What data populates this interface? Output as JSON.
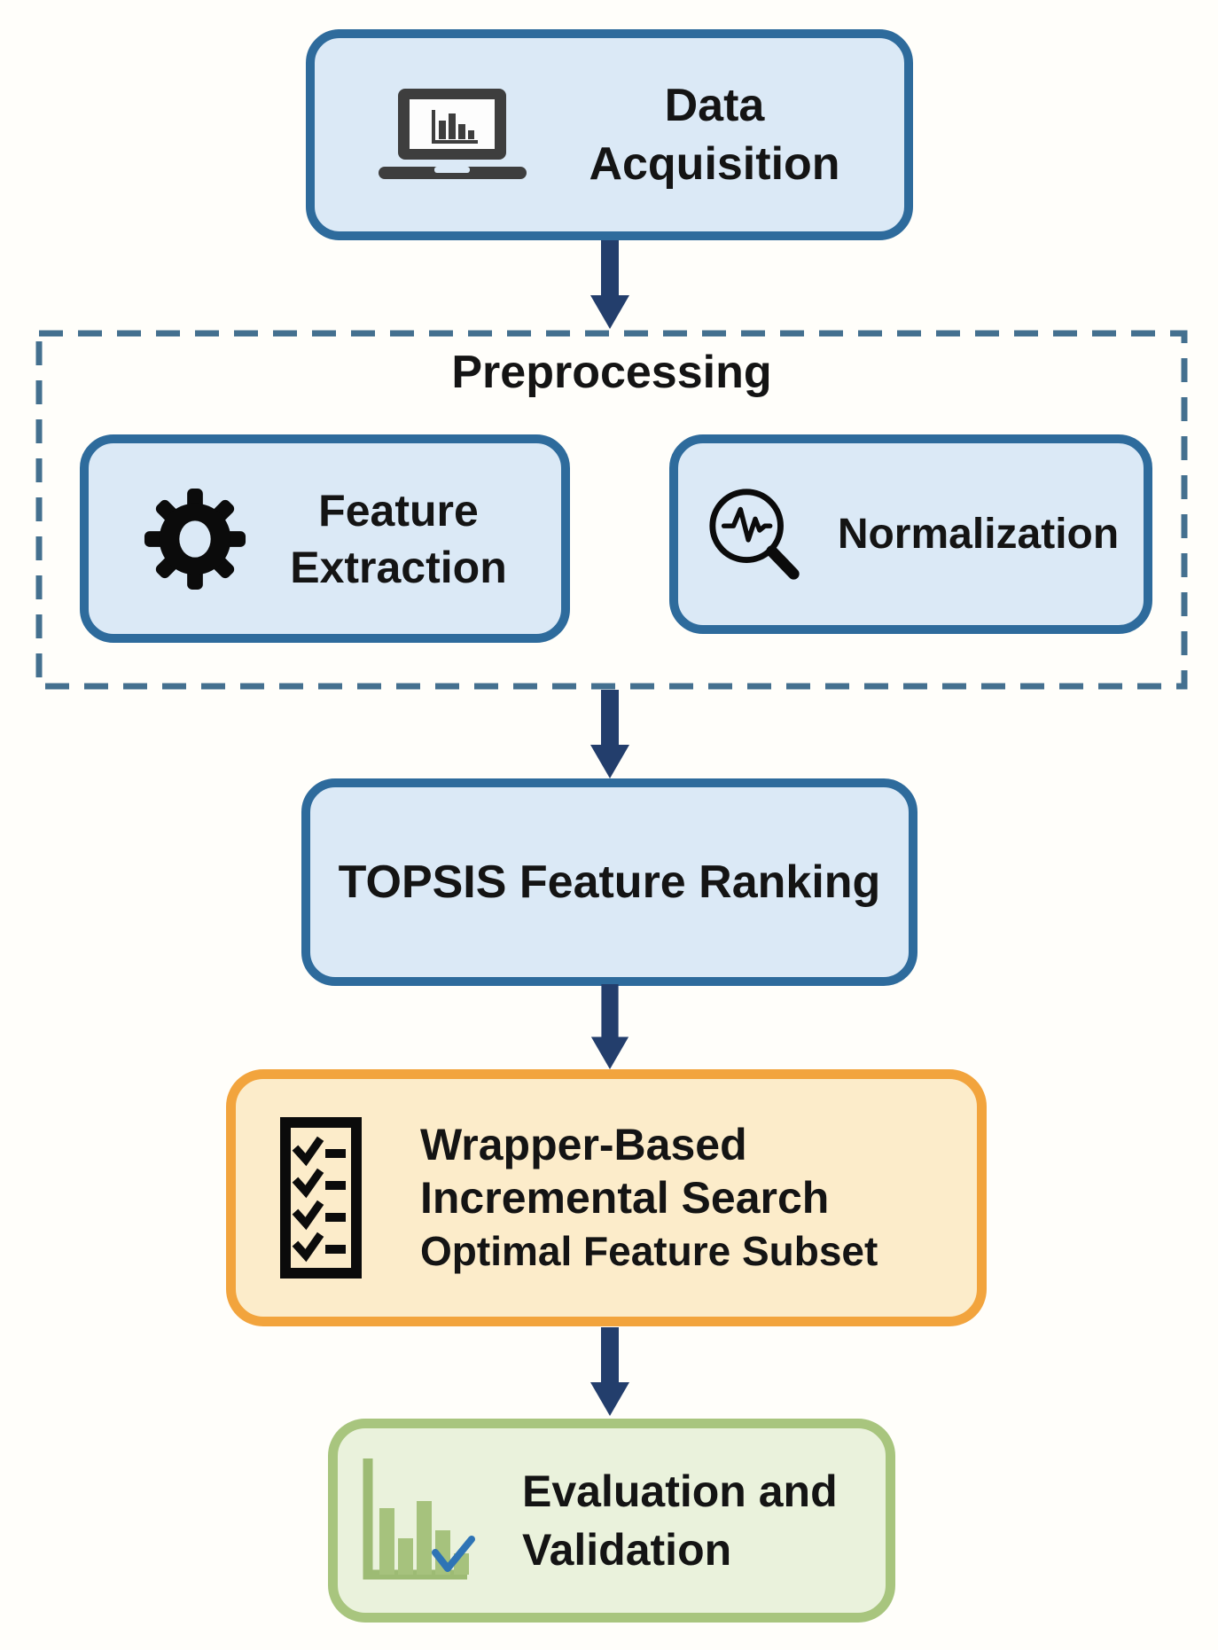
{
  "diagram_type": "flowchart",
  "colors": {
    "box_blue_fill": "#dbe9f6",
    "box_blue_border": "#2e6b9c",
    "arrow_navy": "#233e6c",
    "dashed_group_border": "#44708f",
    "orange_fill": "#fcecca",
    "orange_border": "#f2a43d",
    "green_fill": "#eaf2dc",
    "green_border": "#a8c57e",
    "text": "#141414",
    "laptop_icon_dark": "#3e3e3e",
    "icon_black": "#0b0b0b",
    "eval_bars_green": "#a6c27d",
    "eval_check_blue": "#2e74b5"
  },
  "nodes": {
    "data_acquisition": {
      "line1": "Data",
      "line2": "Acquisition",
      "icon": "laptop-bar-chart-icon"
    },
    "preprocessing_group": {
      "title": "Preprocessing"
    },
    "feature_extraction": {
      "line1": "Feature",
      "line2": "Extraction",
      "icon": "gear-icon"
    },
    "normalization": {
      "label": "Normalization",
      "icon": "magnifier-waveform-icon"
    },
    "topsis": {
      "label": "TOPSIS Feature Ranking"
    },
    "wrapper_search": {
      "line1": "Wrapper-Based",
      "line2": "Incremental Search",
      "line3": "Optimal Feature Subset",
      "icon": "checklist-icon"
    },
    "evaluation": {
      "line1": "Evaluation and",
      "line2": "Validation",
      "icon": "bar-chart-checkmark-icon"
    }
  },
  "edges": [
    {
      "from": "data_acquisition",
      "to": "preprocessing_group"
    },
    {
      "from": "preprocessing_group",
      "to": "topsis"
    },
    {
      "from": "topsis",
      "to": "wrapper_search"
    },
    {
      "from": "wrapper_search",
      "to": "evaluation"
    }
  ]
}
